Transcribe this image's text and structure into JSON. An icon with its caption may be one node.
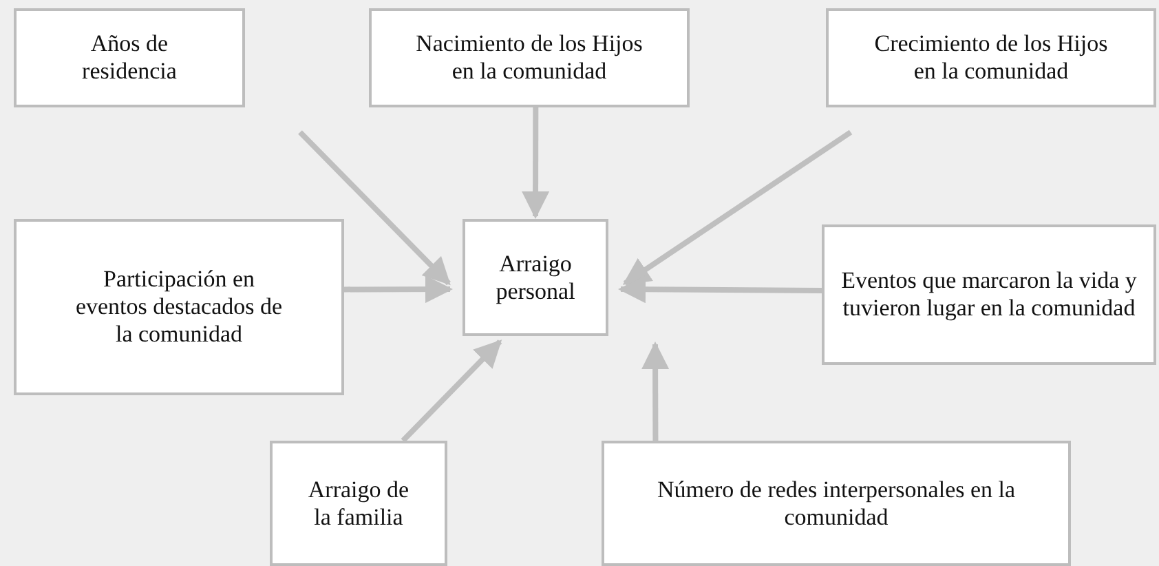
{
  "diagram": {
    "nodes": [
      {
        "text": [
          "Arraigo personal"
        ]
      },
      {
        "text": [
          "Años de residencia"
        ]
      },
      {
        "text": [
          "Nacimiento de los Hijos en la comunidad"
        ]
      },
      {
        "text": [
          "Crecimiento de los Hijos en la comunidad"
        ]
      },
      {
        "text": [
          "Participación en eventos destacados de la comunidad"
        ]
      },
      {
        "text": [
          "Eventos que marcaron la vida y tuvieron lugar en la comunidad"
        ]
      },
      {
        "text": [
          "Arraigo de la familia"
        ]
      },
      {
        "text": [
          "Número de redes interpersonales en la comunidad"
        ]
      }
    ],
    "edges": [
      {
        "from": 1,
        "to": 0,
        "arrow": "to"
      },
      {
        "from": 2,
        "to": 0,
        "arrow": "to"
      },
      {
        "from": 3,
        "to": 0,
        "arrow": "to"
      },
      {
        "from": 4,
        "to": 0,
        "arrow": "to"
      },
      {
        "from": 5,
        "to": 0,
        "arrow": "to"
      },
      {
        "from": 6,
        "to": 0,
        "arrow": "to"
      },
      {
        "from": 7,
        "to": 0,
        "arrow": "to"
      }
    ]
  }
}
